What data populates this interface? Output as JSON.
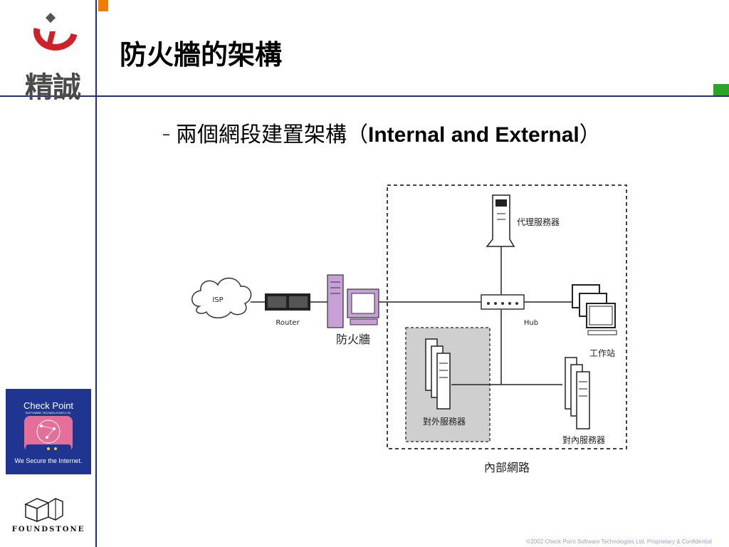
{
  "slide": {
    "title": "防火牆的架構",
    "bullet_dash": "–",
    "bullet_text": "兩個網段建置架構（",
    "bullet_latin": "Internal and External",
    "bullet_close": "）"
  },
  "logos": {
    "company_name": "精誠",
    "checkpoint_name": "Check Point",
    "checkpoint_sub": "SOFTWARE TECHNOLOGIES LTD.",
    "checkpoint_tagline": "We Secure the Internet.",
    "foundstone_name": "FOUNDSTONE"
  },
  "diagram": {
    "isp": "ISP",
    "router": "Router",
    "firewall": "防火牆",
    "hub": "Hub",
    "proxy_server": "代理服務器",
    "workstation": "工作站",
    "external_server": "對外服務器",
    "internal_server": "對內服務器",
    "internal_network": "內部網路"
  },
  "footer": {
    "copyright": "©2002 Check Point Software Technologies Ltd. Proprietary & Confidential"
  },
  "colors": {
    "accent_blue": "#1f2f7a",
    "accent_orange": "#f07d00",
    "accent_green": "#2aa52a",
    "logo_red": "#d0202a"
  }
}
